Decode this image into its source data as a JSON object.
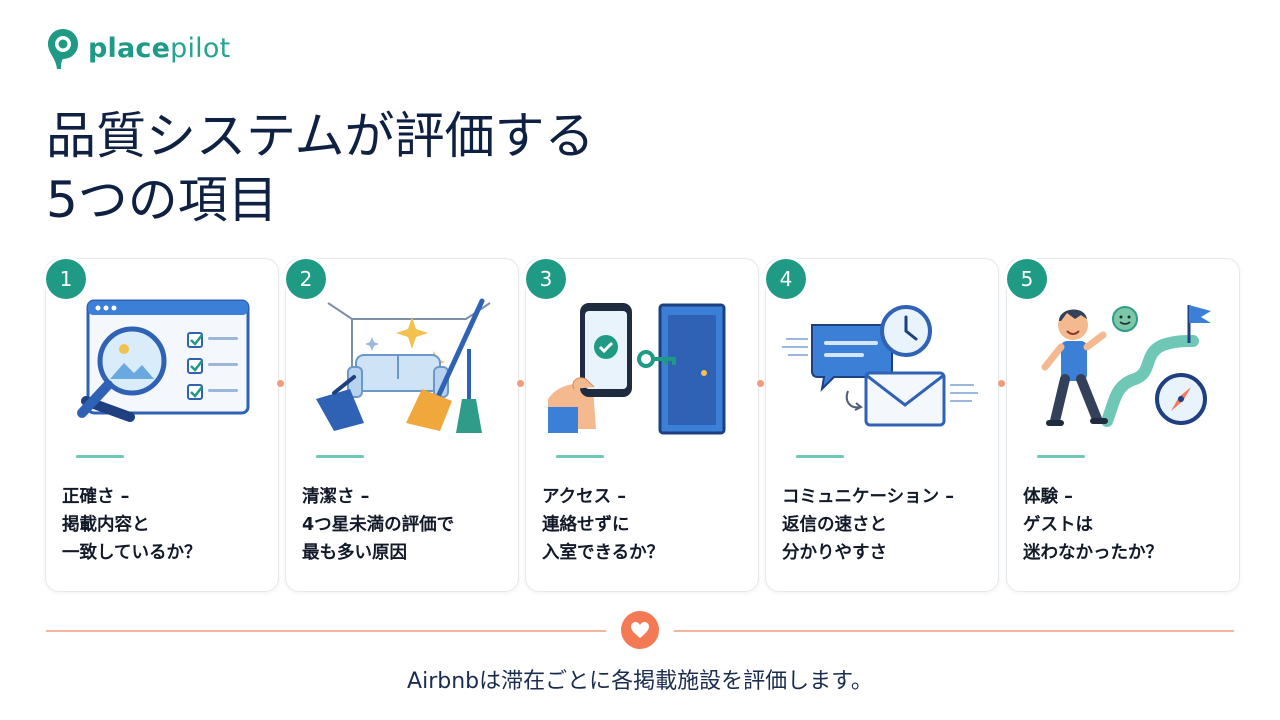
{
  "brand": {
    "name_part1": "place",
    "name_part2": "pilot"
  },
  "title": {
    "line1": "品質システムが評価する",
    "line2": "5つの項目"
  },
  "cards": [
    {
      "number": "1",
      "lines": [
        "正確さ –",
        "掲載内容と",
        "一致しているか？"
      ],
      "icon": "magnifier-listing-icon"
    },
    {
      "number": "2",
      "lines": [
        "清潔さ –",
        "4つ星未満の評価で",
        "最も多い原因"
      ],
      "icon": "cleaning-room-icon"
    },
    {
      "number": "3",
      "lines": [
        "アクセス –",
        "連絡せずに",
        "入室できるか？"
      ],
      "icon": "phone-door-key-icon"
    },
    {
      "number": "4",
      "lines": [
        "コミュニケーション –",
        "返信の速さと",
        "分かりやすさ"
      ],
      "icon": "chat-clock-mail-icon"
    },
    {
      "number": "5",
      "lines": [
        "体験 –",
        "ゲストは",
        "迷わなかったか？"
      ],
      "icon": "guest-journey-icon"
    }
  ],
  "footer": {
    "text": "Airbnbは滞在ごとに各掲載施設を評価します。"
  },
  "colors": {
    "accent": "#1f9a84",
    "navy": "#0f2142",
    "coral": "#f47a55"
  }
}
